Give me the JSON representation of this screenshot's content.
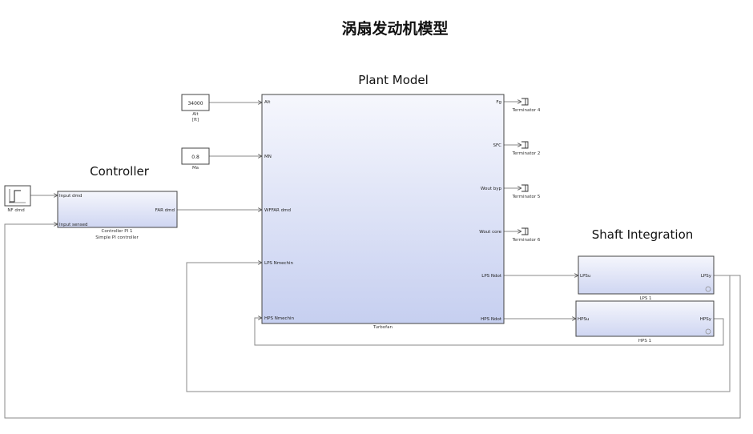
{
  "title": "涡扇发动机模型",
  "sections": {
    "plant": "Plant Model",
    "controller": "Controller",
    "shaft": "Shaft Integration"
  },
  "blocks": {
    "alt": {
      "value": "34000",
      "name": "Alt",
      "unit": "[ft]"
    },
    "mach": {
      "value": "0.8",
      "name": "Ma"
    },
    "nf_dmd": {
      "name": "NF dmd"
    },
    "controller": {
      "name": "Controller PI 1",
      "subname": "Simple PI controller",
      "in1": "Input dmd",
      "in2": "Input sensed",
      "out1": "FAR dmd"
    },
    "turbofan": {
      "name": "Turbofan",
      "inputs": [
        "Alt",
        "MN",
        "WFFAR dmd",
        "LPS Nmechin",
        "HPS Nmechin"
      ],
      "outputs": [
        "Fg",
        "SFC",
        "Wout byp",
        "Wout core",
        "LPS Ndot",
        "HPS Ndot"
      ]
    },
    "terminators": [
      "Terminator 4",
      "Terminator 2",
      "Terminator 5",
      "Terminator 6"
    ],
    "lps": {
      "name": "LPS 1",
      "in": "LPSu",
      "out": "LPSy"
    },
    "hps": {
      "name": "HPS 1",
      "in": "HPSu",
      "out": "HPSy"
    }
  }
}
